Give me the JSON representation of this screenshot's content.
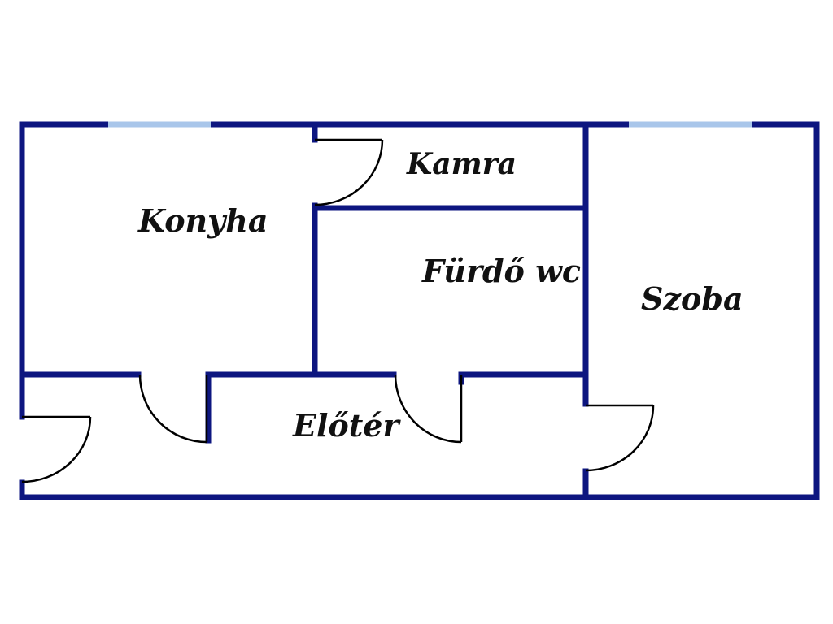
{
  "plan": {
    "rooms": {
      "konyha": "Konyha",
      "kamra": "Kamra",
      "furdo": "Fürdő wc",
      "szoba": "Szoba",
      "eloter": "Előtér"
    }
  },
  "colors": {
    "wall": "#0d1680",
    "window": "#a9c6ea",
    "door": "#000000",
    "background": "#ffffff"
  }
}
